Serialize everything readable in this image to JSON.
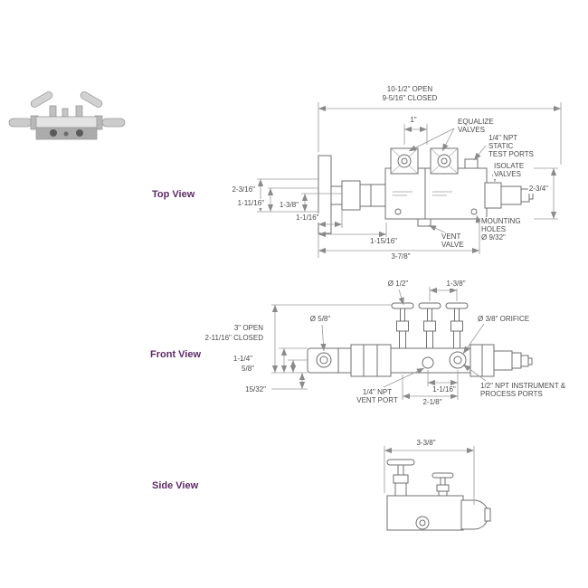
{
  "colors": {
    "view_label": "#5f2a68",
    "dim_text": "#4a4a4a",
    "line": "#8a8a8a"
  },
  "views": {
    "top": {
      "label": "Top View",
      "dims": {
        "open": "10-1/2\" OPEN",
        "closed": "9-5/16\" CLOSED",
        "spacing": "1\"",
        "depth": "2-3/4\"",
        "h1": "2-3/16\"",
        "h2": "1-11/16\"",
        "h3": "1-3/8\"",
        "h4": "1-1/16\"",
        "w1": "1-15/16\"",
        "w2": "3-7/8\""
      },
      "callouts": {
        "equalize1": "EQUALIZE",
        "equalize2": "VALVES",
        "test1": "1/4\" NPT",
        "test2": "STATIC",
        "test3": "TEST PORTS",
        "isolate1": "ISOLATE",
        "isolate2": "VALVES",
        "mount1": "MOUNTING",
        "mount2": "HOLES",
        "mount3": "Ø 9/32\"",
        "vent1": "VENT",
        "vent2": "VALVE"
      }
    },
    "front": {
      "label": "Front View",
      "dims": {
        "stem_dia": "Ø 1/2\"",
        "stem_spacing": "1-3/8\"",
        "side_dia": "Ø 5/8\"",
        "orifice": "Ø 3/8\" ORIFICE",
        "open": "3\" OPEN",
        "closed": "2-11/16\" CLOSED",
        "bar_h": "1-1/4\"",
        "half_h": "5/8\"",
        "offset": "15/32\"",
        "port_spacing": "1-1/16\"",
        "port_span": "2-1/8\""
      },
      "callouts": {
        "vent1": "1/4\" NPT",
        "vent2": "VENT PORT",
        "inst1": "1/2\" NPT INSTRUMENT &",
        "inst2": "PROCESS PORTS"
      }
    },
    "side": {
      "label": "Side View",
      "dims": {
        "width": "3-3/8\""
      }
    }
  }
}
